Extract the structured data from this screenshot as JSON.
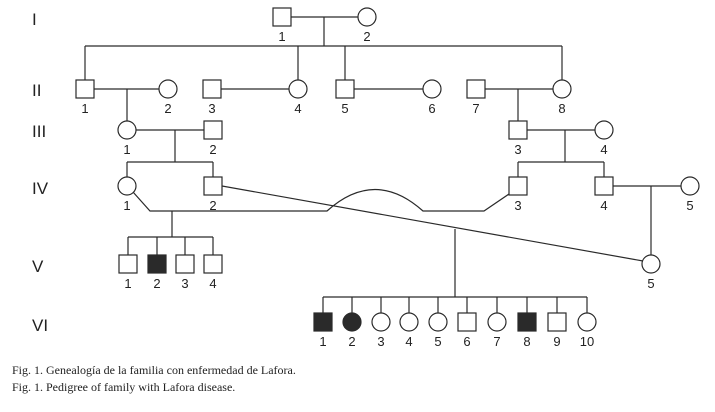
{
  "generations": [
    "I",
    "II",
    "III",
    "IV",
    "V",
    "VI"
  ],
  "individuals": {
    "I_1": {
      "label": "1",
      "sex": "male",
      "affected": false
    },
    "I_2": {
      "label": "2",
      "sex": "female",
      "affected": false
    },
    "II_1": {
      "label": "1",
      "sex": "male",
      "affected": false
    },
    "II_2": {
      "label": "2",
      "sex": "female",
      "affected": false
    },
    "II_3": {
      "label": "3",
      "sex": "male",
      "affected": false
    },
    "II_4": {
      "label": "4",
      "sex": "female",
      "affected": false
    },
    "II_5": {
      "label": "5",
      "sex": "male",
      "affected": false
    },
    "II_6": {
      "label": "6",
      "sex": "female",
      "affected": false
    },
    "II_7": {
      "label": "7",
      "sex": "male",
      "affected": false
    },
    "II_8": {
      "label": "8",
      "sex": "female",
      "affected": false
    },
    "III_1": {
      "label": "1",
      "sex": "female",
      "affected": false
    },
    "III_2": {
      "label": "2",
      "sex": "male",
      "affected": false
    },
    "III_3": {
      "label": "3",
      "sex": "male",
      "affected": false
    },
    "III_4": {
      "label": "4",
      "sex": "female",
      "affected": false
    },
    "IV_1": {
      "label": "1",
      "sex": "female",
      "affected": false
    },
    "IV_2": {
      "label": "2",
      "sex": "male",
      "affected": false
    },
    "IV_3": {
      "label": "3",
      "sex": "male",
      "affected": false
    },
    "IV_4": {
      "label": "4",
      "sex": "male",
      "affected": false
    },
    "IV_5": {
      "label": "5",
      "sex": "female",
      "affected": false
    },
    "V_1": {
      "label": "1",
      "sex": "male",
      "affected": false
    },
    "V_2": {
      "label": "2",
      "sex": "male",
      "affected": true
    },
    "V_3": {
      "label": "3",
      "sex": "male",
      "affected": false
    },
    "V_4": {
      "label": "4",
      "sex": "male",
      "affected": false
    },
    "V_5": {
      "label": "5",
      "sex": "female",
      "affected": false
    },
    "VI_1": {
      "label": "1",
      "sex": "male",
      "affected": true
    },
    "VI_2": {
      "label": "2",
      "sex": "female",
      "affected": true
    },
    "VI_3": {
      "label": "3",
      "sex": "female",
      "affected": false
    },
    "VI_4": {
      "label": "4",
      "sex": "female",
      "affected": false
    },
    "VI_5": {
      "label": "5",
      "sex": "female",
      "affected": false
    },
    "VI_6": {
      "label": "6",
      "sex": "male",
      "affected": false
    },
    "VI_7": {
      "label": "7",
      "sex": "female",
      "affected": false
    },
    "VI_8": {
      "label": "8",
      "sex": "male",
      "affected": true
    },
    "VI_9": {
      "label": "9",
      "sex": "male",
      "affected": false
    },
    "VI_10": {
      "label": "10",
      "sex": "female",
      "affected": false
    }
  },
  "colors": {
    "line": "#2a2a2a",
    "affected_fill": "#2a2a2a",
    "unaffected_fill": "#ffffff"
  },
  "captions": {
    "spanish": "Fig. 1. Genealogía de la familia con enfermedad de Lafora.",
    "english": "Fig. 1. Pedigree of family with Lafora disease."
  }
}
